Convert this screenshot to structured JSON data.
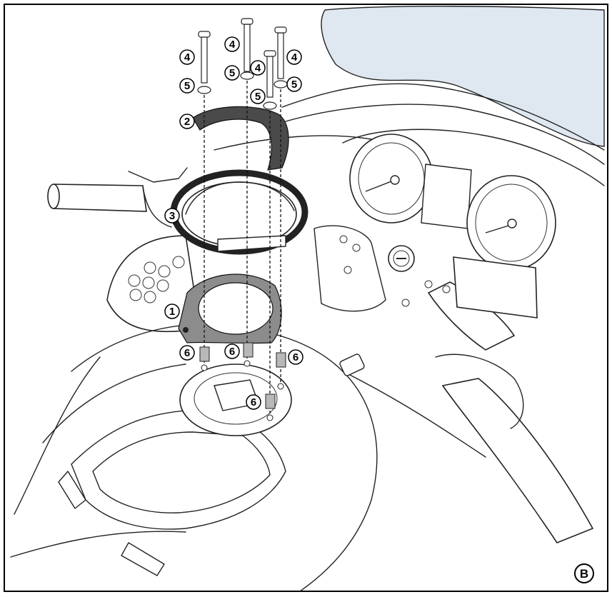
{
  "diagram": {
    "panel_label": "B",
    "callouts": [
      {
        "id": "c4a",
        "label": "4"
      },
      {
        "id": "c4b",
        "label": "4"
      },
      {
        "id": "c4c",
        "label": "4"
      },
      {
        "id": "c4d",
        "label": "4"
      },
      {
        "id": "c5a",
        "label": "5"
      },
      {
        "id": "c5b",
        "label": "5"
      },
      {
        "id": "c5c",
        "label": "5"
      },
      {
        "id": "c5d",
        "label": "5"
      },
      {
        "id": "c2",
        "label": "2"
      },
      {
        "id": "c3",
        "label": "3"
      },
      {
        "id": "c1",
        "label": "1"
      },
      {
        "id": "c6a",
        "label": "6"
      },
      {
        "id": "c6b",
        "label": "6"
      },
      {
        "id": "c6c",
        "label": "6"
      },
      {
        "id": "c6d",
        "label": "6"
      }
    ],
    "colors": {
      "line": "#222222",
      "windshield": "#dfe8f1",
      "flange_dark": "#3a3a3a",
      "plate_gray": "#8c8c8c",
      "spacer_gray": "#b8b8b8",
      "background": "#ffffff"
    }
  }
}
